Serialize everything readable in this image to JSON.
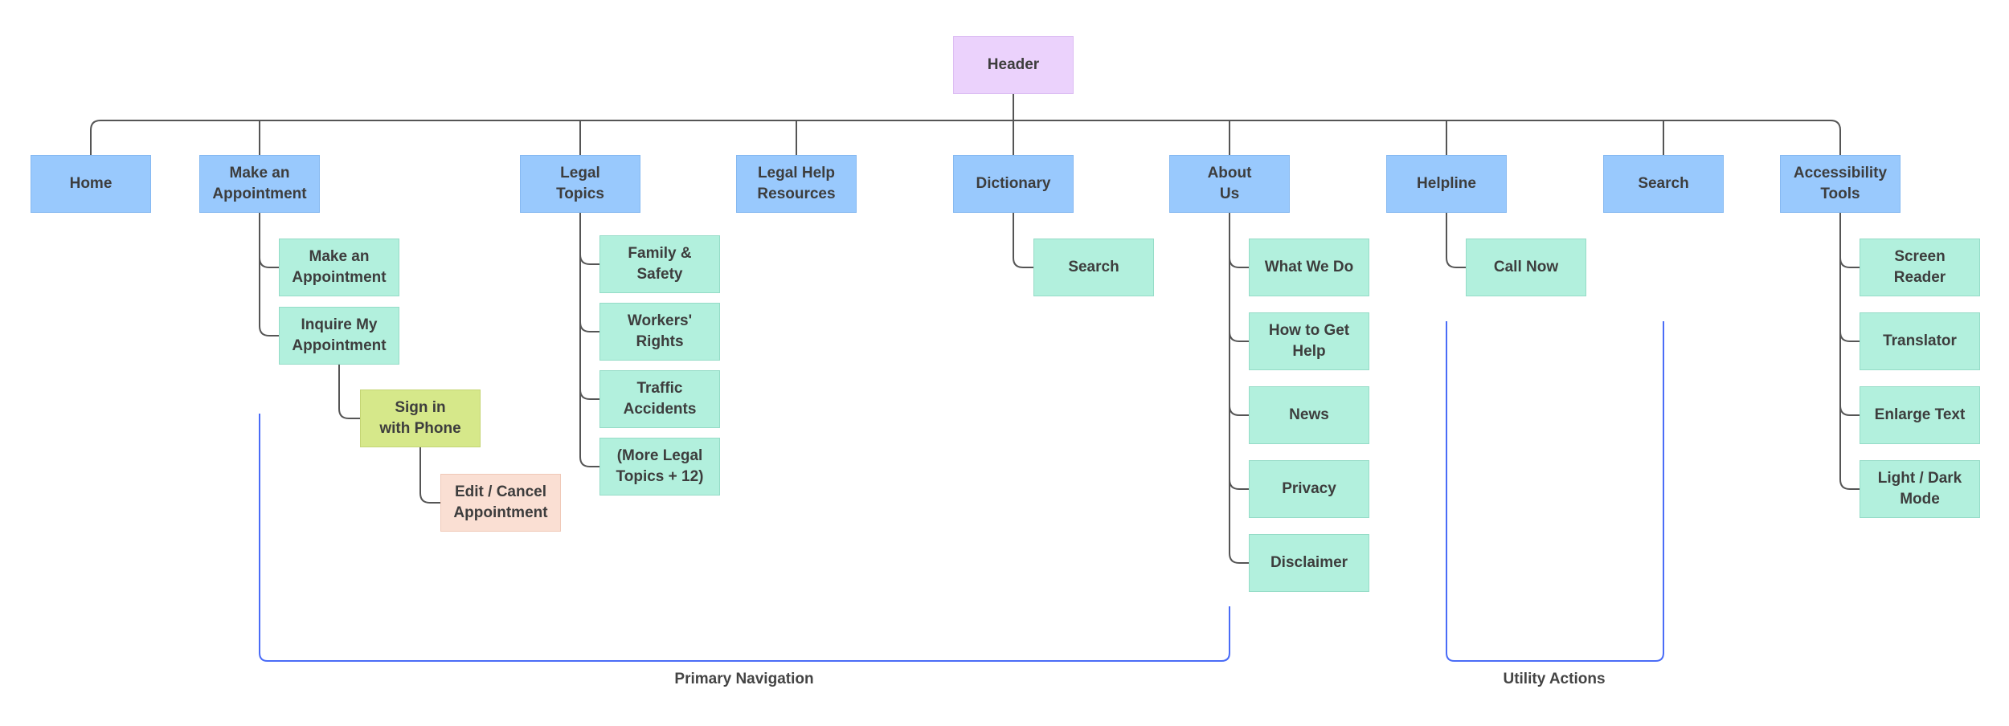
{
  "header": {
    "label": "Header",
    "color": "#ebd2fc"
  },
  "top_nodes": [
    {
      "id": "home",
      "label": "Home"
    },
    {
      "id": "make-appointment",
      "label": "Make an\nAppointment"
    },
    {
      "id": "legal-topics",
      "label": "Legal\nTopics"
    },
    {
      "id": "legal-help-resources",
      "label": "Legal Help\nResources"
    },
    {
      "id": "dictionary",
      "label": "Dictionary"
    },
    {
      "id": "about-us",
      "label": "About\nUs"
    },
    {
      "id": "helpline",
      "label": "Helpline"
    },
    {
      "id": "search",
      "label": "Search"
    },
    {
      "id": "accessibility-tools",
      "label": "Accessibility\nTools"
    }
  ],
  "children": {
    "make-appointment": [
      "Make an\nAppointment",
      "Inquire My\nAppointment"
    ],
    "legal-topics": [
      "Family &\nSafety",
      "Workers'\nRights",
      "Traffic\nAccidents",
      "(More Legal\nTopics + 12)"
    ],
    "dictionary": [
      "Search"
    ],
    "about-us": [
      "What We Do",
      "How to Get\nHelp",
      "News",
      "Privacy",
      "Disclaimer"
    ],
    "helpline": [
      "Call Now"
    ],
    "accessibility-tools": [
      "Screen Reader",
      "Translator",
      "Enlarge Text",
      "Light / Dark\nMode"
    ]
  },
  "sign_in": {
    "label": "Sign in\nwith Phone",
    "color": "#d6e88a"
  },
  "edit_cancel": {
    "label": "Edit / Cancel\nAppointment",
    "color": "#fadfd3"
  },
  "groups": {
    "primary": "Primary Navigation",
    "utility": "Utility Actions"
  },
  "colors": {
    "top": "#99c9fd",
    "sub": "#b2f0dd",
    "connector": "#555555",
    "bracket": "#4a6cf7"
  }
}
